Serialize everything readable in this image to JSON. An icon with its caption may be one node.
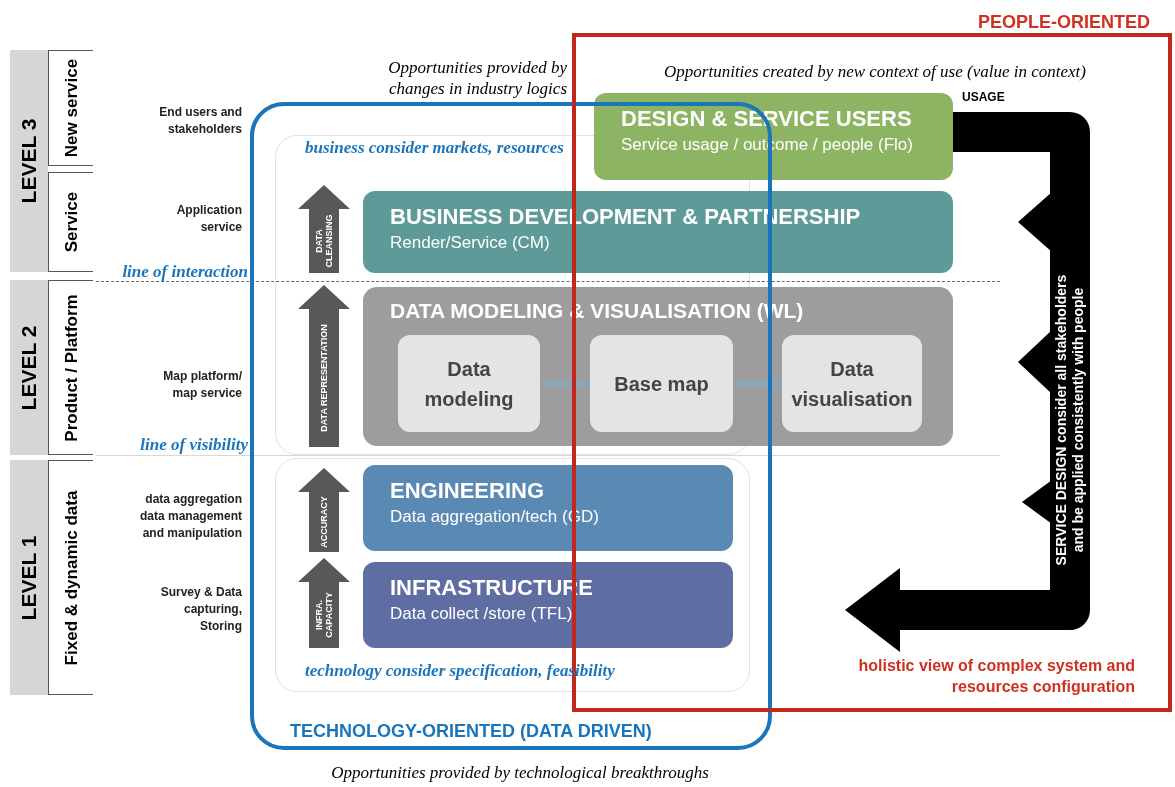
{
  "diagram": {
    "nodes": [
      {
        "text": [
          "LEVEL 3"
        ]
      },
      {
        "text": [
          "New service"
        ]
      },
      {
        "text": [
          "Service"
        ]
      },
      {
        "text": [
          "LEVEL 2"
        ]
      },
      {
        "text": [
          "Product / Platform"
        ]
      },
      {
        "text": [
          "LEVEL 1"
        ]
      },
      {
        "text": [
          "Fixed & dynamic data"
        ]
      },
      {
        "text": [
          "DESIGN & SERVICE USERS",
          "Service usage / outcome / people (Flo)"
        ]
      },
      {
        "text": [
          "BUSINESS DEVELOPMENT & PARTNERSHIP",
          "Render/Service (CM)"
        ]
      },
      {
        "text": [
          "DATA MODELING & VISUALISATION (WL)"
        ]
      },
      {
        "text": [
          "Data modeling"
        ],
        "in": 9
      },
      {
        "text": [
          "Base map"
        ],
        "in": 9
      },
      {
        "text": [
          "Data visualisation"
        ],
        "in": 9
      },
      {
        "text": [
          "ENGINEERING",
          "Data aggregation/tech (GD)"
        ]
      },
      {
        "text": [
          "INFRASTRUCTURE",
          "Data collect /store (TFL)"
        ]
      }
    ],
    "edges": [
      {
        "from": 7,
        "to": null,
        "arrow": "to",
        "style": "thick",
        "color": "#000000",
        "label": "SERVICE DESIGN consider all stakeholders and be applied consistently with people"
      },
      {
        "from": 10,
        "to": 11,
        "arrow": "none"
      },
      {
        "from": 11,
        "to": 12,
        "arrow": "none"
      }
    ],
    "labels": [
      "PEOPLE-ORIENTED",
      "Opportunities provided by changes in industry logics",
      "Opportunities created by new context of use (value in context)",
      "USAGE",
      "End users and stakeholders",
      "business consider markets, resources",
      "DATA CLEANSING",
      "Application service",
      "line of interaction",
      "DATA REPRESENTATION",
      "Map platform/ map service",
      "line of visibility",
      "data aggregation data management and manipulation",
      "ACCURACY",
      "Survey & Data capturing, Storing",
      "INFRA. CAPACITY",
      "technology consider specification, feasibility",
      "holistic view of complex system and resources configuration",
      "TECHNOLOGY-ORIENTED (DATA DRIVEN)",
      "Opportunities provided by technological breakthroughs"
    ]
  }
}
